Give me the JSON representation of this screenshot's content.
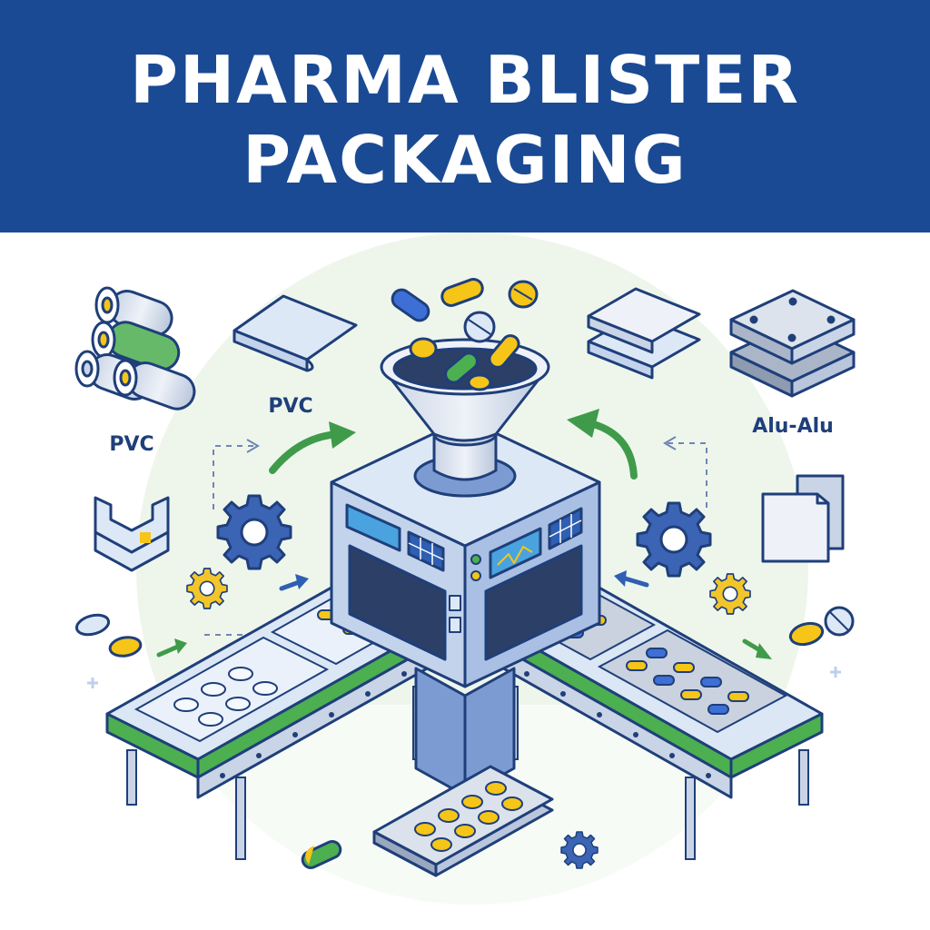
{
  "header": {
    "title_line1": "PHARMA BLISTER",
    "title_line2": "PACKAGING"
  },
  "labels": {
    "left_material": "PVC",
    "center_material": "PVC",
    "right_material": "Alu-Alu"
  },
  "colors": {
    "header_bg": "#1a4a94",
    "belt_green": "#4caf50",
    "pill_yellow": "#f5c518",
    "pill_blue": "#3d6fd6",
    "arrow_green": "#3f9b4a",
    "arrow_blue": "#2f5fb3",
    "gear_blue": "#3c64b4",
    "gear_yellow": "#f2c62b"
  },
  "icons": [
    "film-roll-stack-icon",
    "pvc-sheet-icon",
    "folded-pvc-icon",
    "foil-sheet-icon",
    "alu-plate-stack-icon",
    "folded-foil-icon",
    "gear-icon",
    "pill-icon",
    "hopper-icon",
    "conveyor-icon",
    "blister-pack-icon",
    "arrow-icon"
  ]
}
